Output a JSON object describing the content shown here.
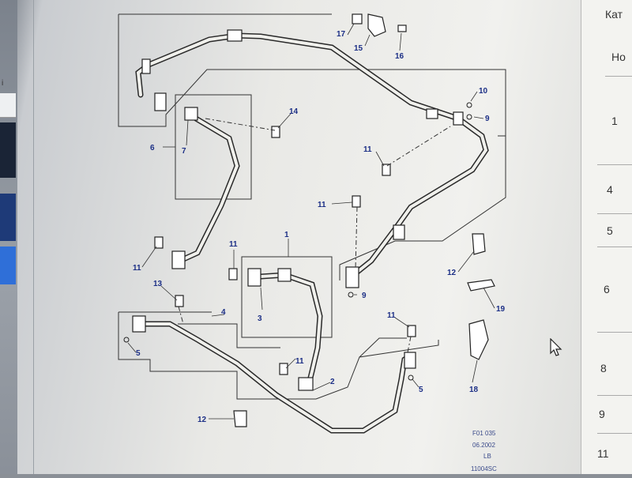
{
  "left_panel": {
    "label": "і"
  },
  "table": {
    "title": "Кат",
    "header": "Но",
    "rows": [
      "1",
      "4",
      "5",
      "6",
      "8",
      "9",
      "11"
    ]
  },
  "diagram": {
    "labels": {
      "l17": "17",
      "l15": "15",
      "l16": "16",
      "l10": "10",
      "l9a": "9",
      "l14": "14",
      "l6": "6",
      "l7": "7",
      "l11a": "11",
      "l11b": "11",
      "l11c": "11",
      "l11d": "11",
      "l11e": "11",
      "l11f": "11",
      "l1": "1",
      "l13": "13",
      "l4": "4",
      "l3": "3",
      "l9b": "9",
      "l12a": "12",
      "l19": "19",
      "l5a": "5",
      "l5b": "5",
      "l2": "2",
      "l18": "18",
      "l12b": "12"
    },
    "meta": [
      "F01 035",
      "06.2002",
      "LB",
      "11004SC"
    ]
  }
}
